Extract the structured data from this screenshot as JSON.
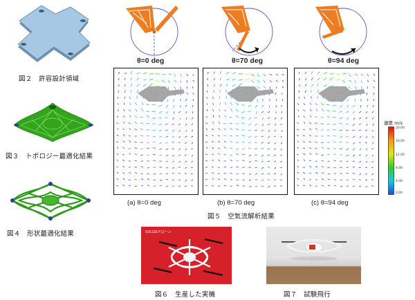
{
  "figures": {
    "fig2_caption": "図２　許容設計領域",
    "fig3_caption": "図３　トポロジー最適化結果",
    "fig4_caption": "図４　形状最適化結果",
    "fig5_caption": "図５　空気流解析結果",
    "fig6_caption": "図６　生産した実機",
    "fig7_caption": "図７　試験飛行"
  },
  "angles": [
    {
      "theta_label": "θ=0 deg",
      "sub_label": "(a)  θ=0 deg"
    },
    {
      "theta_label": "θ=70 deg",
      "sub_label": "(b)  θ=70 deg"
    },
    {
      "theta_label": "θ=94 deg",
      "sub_label": "(c)  θ=94 deg"
    }
  ],
  "legend": {
    "title": "速度 m/s",
    "ticks": [
      "20.00",
      "16.00",
      "12.00",
      "8.00",
      "4.00",
      "0.00"
    ],
    "colors": [
      "#d71a1a",
      "#f29c1f",
      "#e6e21c",
      "#37c83a",
      "#1ec7d8",
      "#1d4fd6"
    ]
  },
  "photo": {
    "drone_box_text": "SOLIZEドローン"
  },
  "colors": {
    "part_blue": "#8fb8d6",
    "mesh_green": "#2f9d1d",
    "arm_orange": "#ee7d22",
    "red_backdrop": "#d6202a"
  }
}
